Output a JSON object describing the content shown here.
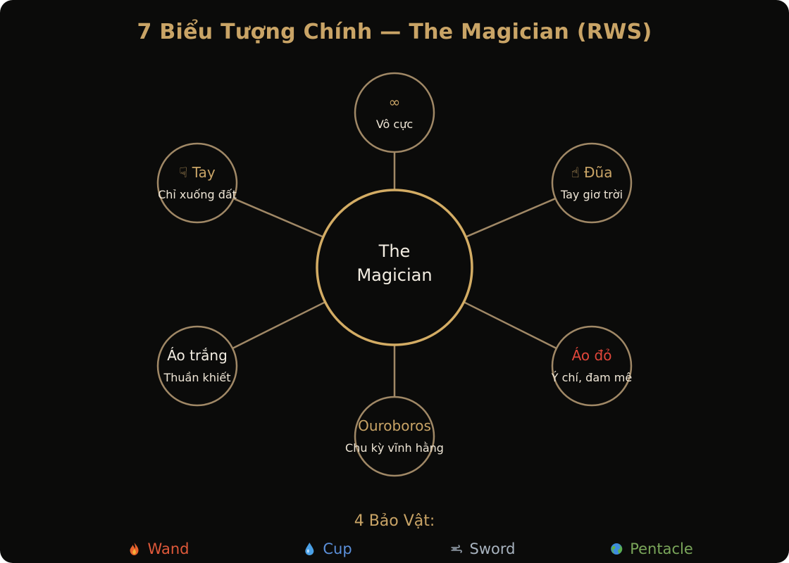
{
  "title": "7 Biểu Tượng Chính — The Magician (RWS)",
  "center": {
    "label": "The\nMagician"
  },
  "nodes": [
    {
      "id": "infinity",
      "label": "∞",
      "sub": "Vô cực",
      "label_color": "#c9a466"
    },
    {
      "id": "wand-hand",
      "label": "☝ Đũa",
      "sub": "Tay giơ trời",
      "label_color": "#c9a466"
    },
    {
      "id": "red-robe",
      "label": "Áo đỏ",
      "sub": "Ý chí, đam mê",
      "label_color": "#e0463a"
    },
    {
      "id": "ouroboros",
      "label": "Ouroboros",
      "sub": "Chu kỳ vĩnh hằng",
      "label_color": "#c9a466"
    },
    {
      "id": "white-robe",
      "label": "Áo trắng",
      "sub": "Thuần khiết",
      "label_color": "#f3ede2"
    },
    {
      "id": "earth-hand",
      "label": "☟ Tay",
      "sub": "Chỉ xuống đất",
      "label_color": "#c9a466"
    }
  ],
  "treasures": {
    "heading": "4 Bảo Vật:",
    "items": [
      {
        "id": "wand",
        "label": "Wand",
        "icon": "fire-icon",
        "color": "#e0593a"
      },
      {
        "id": "cup",
        "label": "Cup",
        "icon": "water-drop-icon",
        "color": "#5b8fd9"
      },
      {
        "id": "sword",
        "label": "Sword",
        "icon": "wind-icon",
        "color": "#a8b3bf"
      },
      {
        "id": "pentacle",
        "label": "Pentacle",
        "icon": "globe-icon",
        "color": "#7aa65a"
      }
    ]
  },
  "colors": {
    "background": "#0b0b0a",
    "gold": "#c9a466",
    "node_stroke": "#a08866",
    "center_stroke": "#d3ac64"
  }
}
